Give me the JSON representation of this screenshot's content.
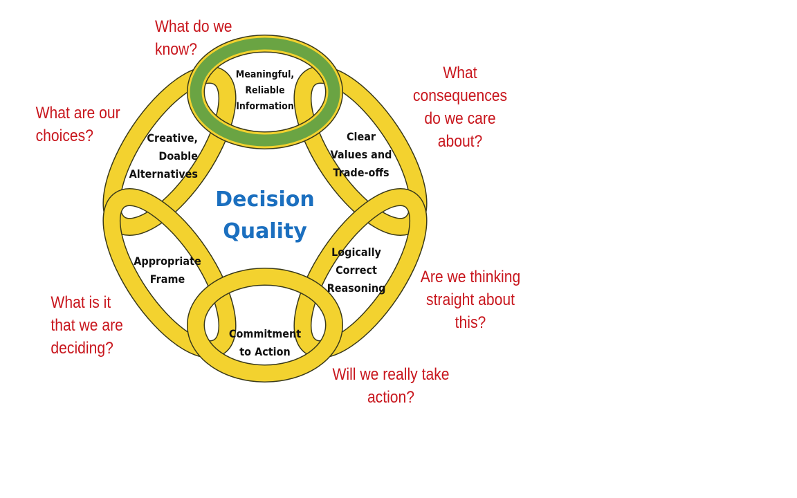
{
  "title": {
    "line1": "Decision",
    "line2": "Quality"
  },
  "elements": [
    {
      "id": "information",
      "lines": [
        "Meaningful,",
        "Reliable",
        "Information"
      ]
    },
    {
      "id": "values",
      "lines": [
        "Clear",
        "Values and",
        "Trade-offs"
      ]
    },
    {
      "id": "reasoning",
      "lines": [
        "Logically",
        "Correct",
        "Reasoning"
      ]
    },
    {
      "id": "action",
      "lines": [
        "Commitment",
        "to Action"
      ]
    },
    {
      "id": "frame",
      "lines": [
        "Appropriate",
        "Frame"
      ]
    },
    {
      "id": "alternatives",
      "lines": [
        "Creative,",
        "Doable",
        "Alternatives"
      ]
    }
  ],
  "questions": [
    {
      "id": "know",
      "lines": [
        "What do we",
        "know?"
      ]
    },
    {
      "id": "consequences",
      "lines": [
        "What",
        "consequences",
        "do we care",
        "about?"
      ]
    },
    {
      "id": "straight",
      "lines": [
        "Are we thinking",
        "straight about",
        "this?"
      ]
    },
    {
      "id": "take-action",
      "lines": [
        "Will we really take",
        "action?"
      ]
    },
    {
      "id": "deciding",
      "lines": [
        "What is it",
        "that we are",
        "deciding?"
      ]
    },
    {
      "id": "choices",
      "lines": [
        "What are our",
        "choices?"
      ]
    }
  ],
  "colors": {
    "ring": "#f3d22f",
    "highlight": "#6aa443",
    "outline": "#3a3a1a",
    "question": "#c8161d",
    "title": "#1b6fbf"
  }
}
